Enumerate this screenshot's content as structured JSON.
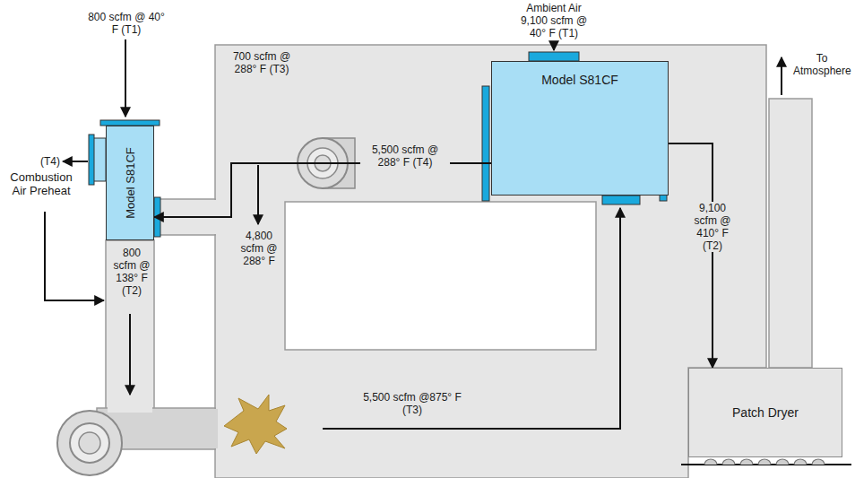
{
  "diagram": {
    "nodes": [
      {
        "text": [
          "Model S81CF"
        ]
      },
      {
        "text": [
          "Model S81CF"
        ]
      },
      {
        "text": [
          "Patch Dryer"
        ]
      }
    ],
    "edges": [
      {
        "from": 1,
        "to": 0,
        "arrow": "to"
      },
      {
        "from": 1,
        "to": 2,
        "arrow": "to"
      }
    ],
    "labels": [
      "800 scfm @ 40° F (T1)",
      "(T4)",
      "700 scfm @ 288° F (T3)",
      "Ambient Air 9,100 scfm @ 40° F (T1)",
      "5,500 scfm @ 288° F (T4)",
      "To Atmosphere",
      "Combustion Air Preheat",
      "800 scfm @ 138° F (T2)",
      "4,800 scfm @ 288° F",
      "9,100 scfm @ 410° F (T2)",
      "5,500 scfm @875° F (T3)"
    ]
  }
}
